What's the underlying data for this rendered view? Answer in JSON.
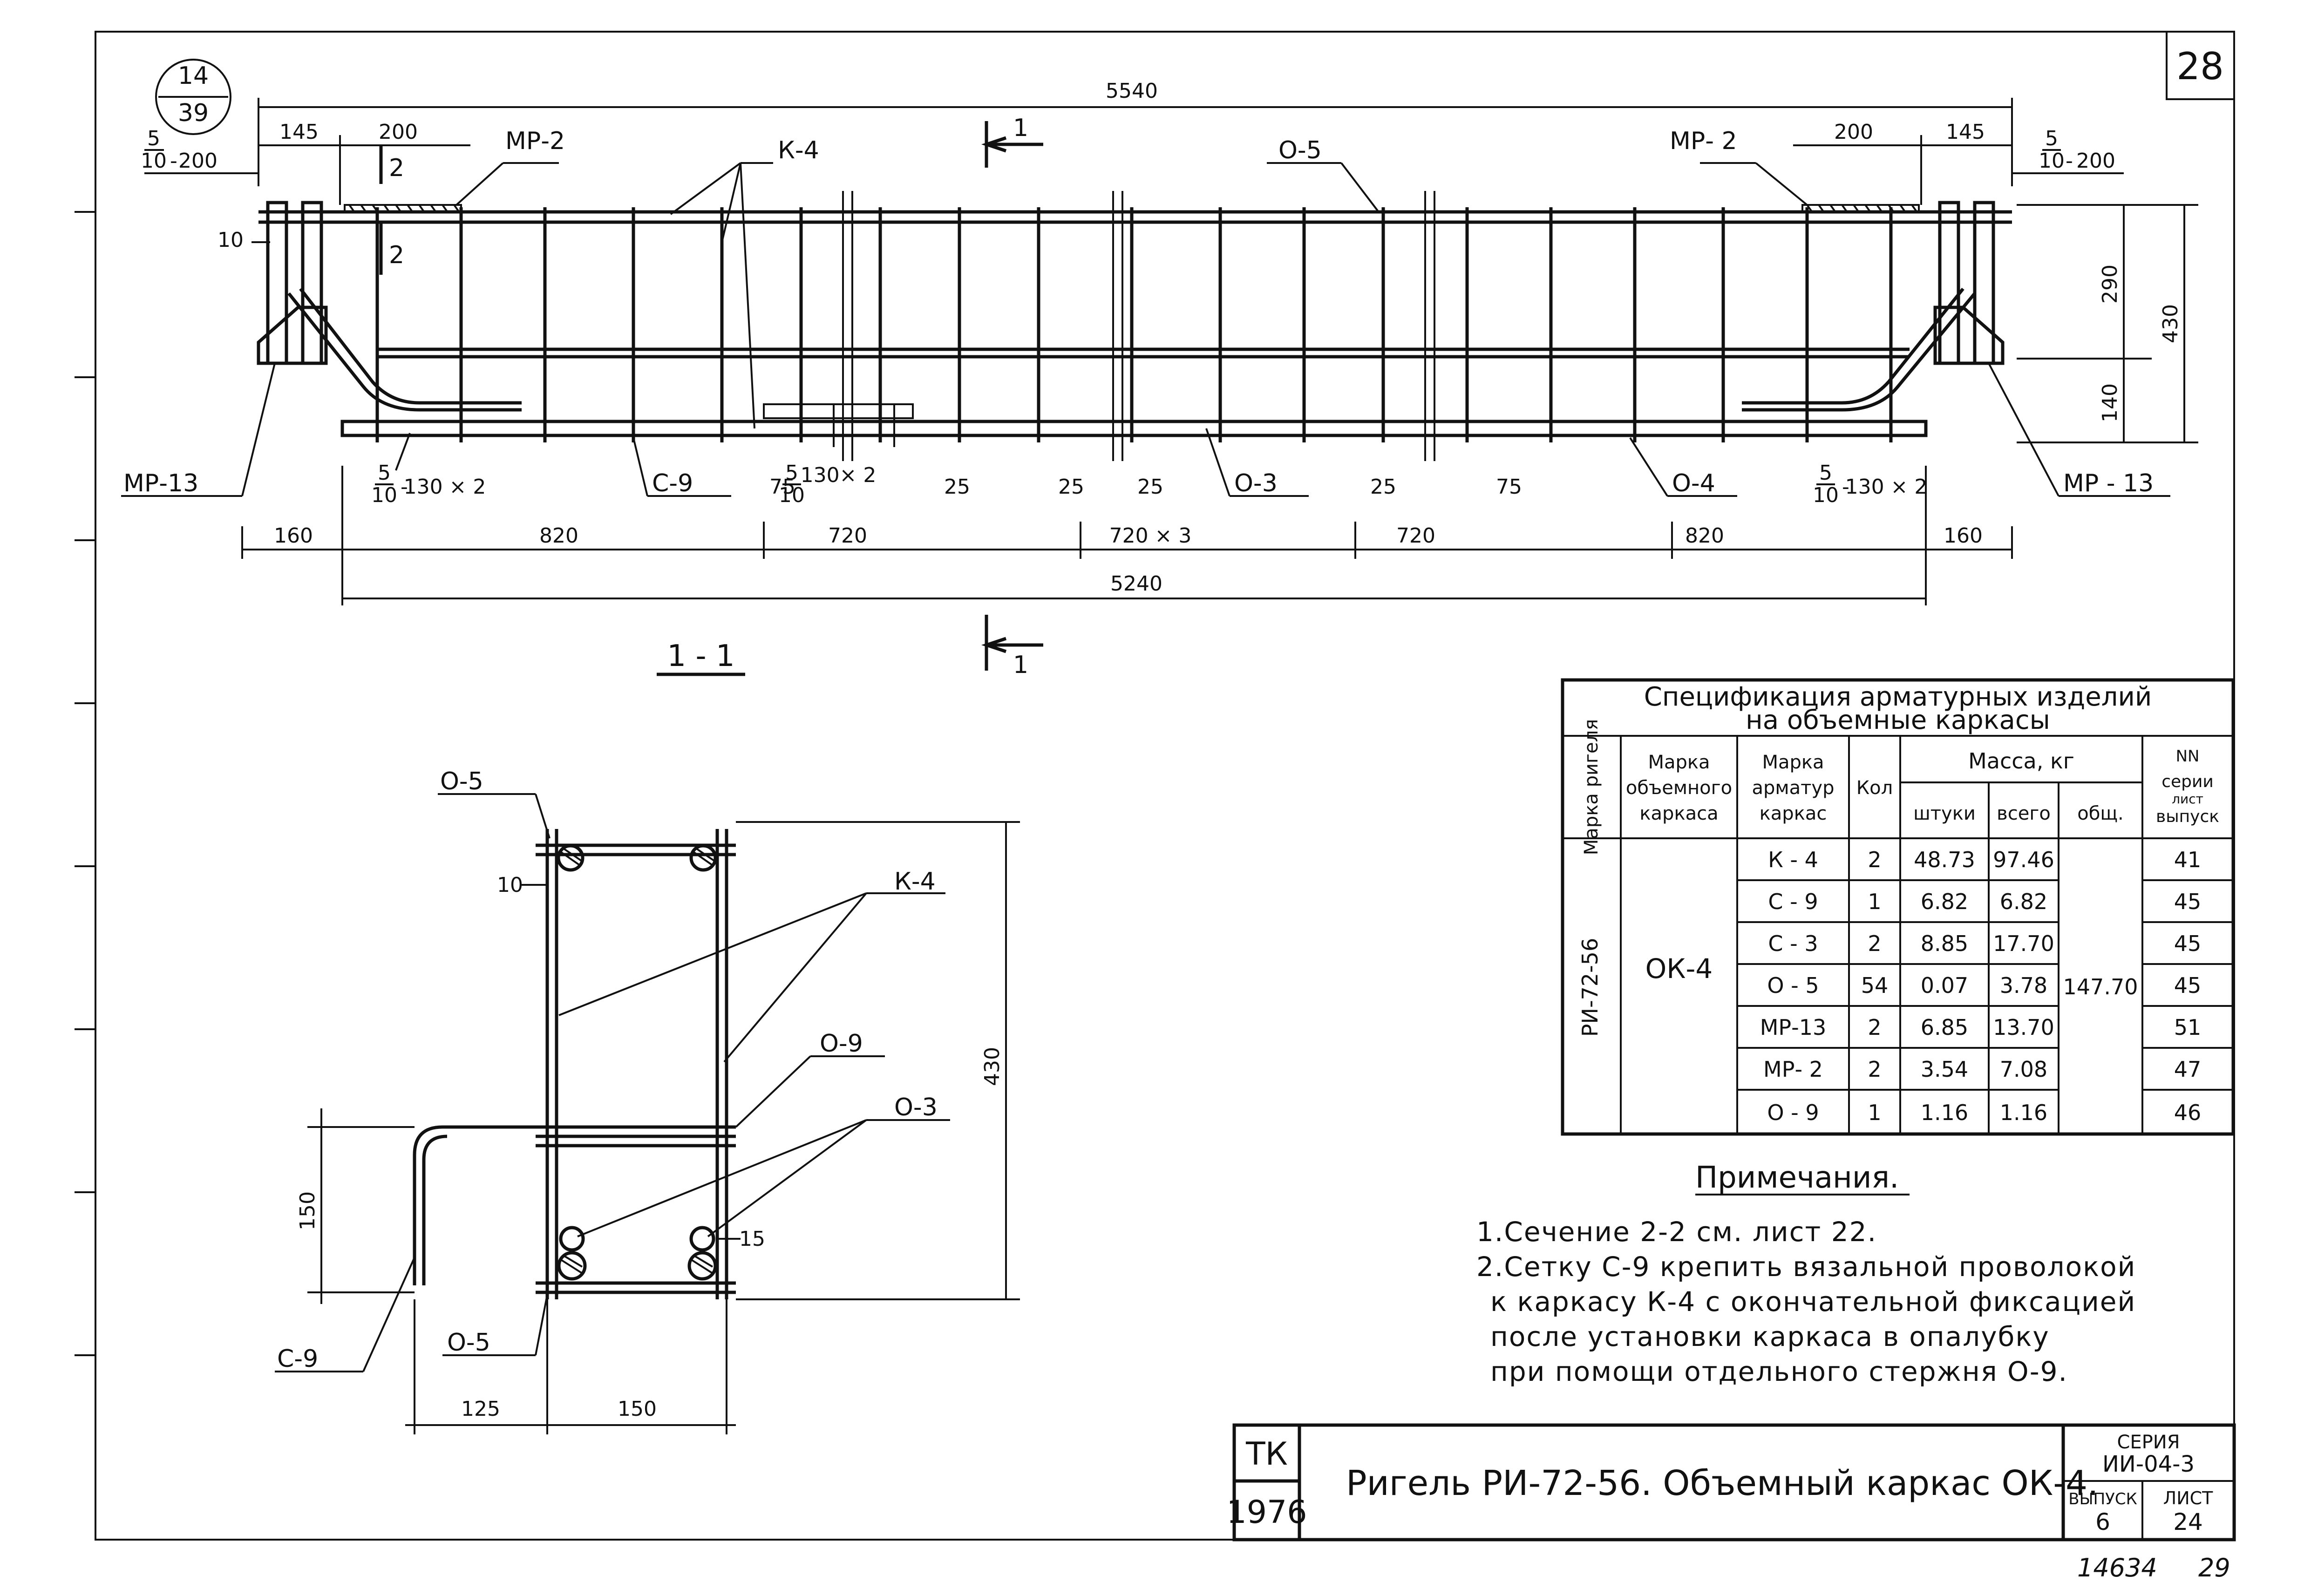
{
  "sheet": {
    "sheet_number": "28",
    "ref_circle_top": "14",
    "ref_circle_bottom": "39",
    "handwritten": "14634",
    "handwritten_page": "29"
  },
  "elevation": {
    "dims_top": {
      "overall": "5540",
      "left_145": "145",
      "left_200": "200",
      "right_200": "200",
      "right_145": "145",
      "left_step_num": "5",
      "left_step_den": "10",
      "left_step_val": "200",
      "right_step_num": "5",
      "right_step_den": "10",
      "right_step_val": "200"
    },
    "dims_side": {
      "d10": "10",
      "d290": "290",
      "d140": "140",
      "d430": "430"
    },
    "section_marks": {
      "one": "1",
      "two": "2"
    },
    "callouts": {
      "k4": "К-4",
      "o5": "О-5",
      "mr2_left": "МР-2",
      "mr2_right": "МР- 2",
      "mr13_left": "МР-13",
      "mr13_right": "МР - 13",
      "c9": "С-9",
      "o3": "О-3",
      "o4": "О-4"
    },
    "bottom_notes": {
      "left_num": "5",
      "left_den": "10",
      "left_val": "130 × 2",
      "mid_num": "5",
      "mid_den": "10",
      "mid_val": "130× 2",
      "right_num": "5",
      "right_den": "10",
      "right_val": "130 × 2",
      "d75a": "75",
      "d25a": "25",
      "d25b": "25",
      "d25c": "25",
      "d25d": "25",
      "d75b": "75"
    },
    "dims_bottom": {
      "d160a": "160",
      "d820a": "820",
      "d720a": "720",
      "d720x3": "720 × 3",
      "d720b": "720",
      "d820b": "820",
      "d160b": "160",
      "overall": "5240"
    }
  },
  "section": {
    "title": "1 - 1",
    "labels": {
      "o5_top": "О-5",
      "k4": "К-4",
      "o9": "О-9",
      "o3": "О-3",
      "c9": "С-9",
      "o5_bottom": "О-5"
    },
    "dims": {
      "d10": "10",
      "d430": "430",
      "d150v": "150",
      "d15": "15",
      "d125": "125",
      "d150h": "150"
    }
  },
  "spec_table": {
    "title_line1": "Спецификация арматурных изделий",
    "title_line2": "на объемные каркасы",
    "headers": {
      "col1": "Марка ригеля",
      "col2": [
        "Марка",
        "объемного",
        "каркаса"
      ],
      "col3": [
        "Марка",
        "арматур",
        "каркас"
      ],
      "col4": "Кол",
      "mass": "Масса, кг",
      "mass_unit": "штуки",
      "mass_total": "всего",
      "mass_all": "общ.",
      "ref": [
        "NN",
        "серии",
        "лист",
        "выпуск"
      ]
    },
    "rigel": "РИ-72-56",
    "frame": "ОК-4",
    "total_mass": "147.70",
    "rows": [
      {
        "mark": "К - 4",
        "qty": "2",
        "unit": "48.73",
        "total": "97.46",
        "ref": "41"
      },
      {
        "mark": "С - 9",
        "qty": "1",
        "unit": "6.82",
        "total": "6.82",
        "ref": "45"
      },
      {
        "mark": "С - 3",
        "qty": "2",
        "unit": "8.85",
        "total": "17.70",
        "ref": "45"
      },
      {
        "mark": "О - 5",
        "qty": "54",
        "unit": "0.07",
        "total": "3.78",
        "ref": "45"
      },
      {
        "mark": "МР-13",
        "qty": "2",
        "unit": "6.85",
        "total": "13.70",
        "ref": "51"
      },
      {
        "mark": "МР- 2",
        "qty": "2",
        "unit": "3.54",
        "total": "7.08",
        "ref": "47"
      },
      {
        "mark": "О - 9",
        "qty": "1",
        "unit": "1.16",
        "total": "1.16",
        "ref": "46"
      }
    ]
  },
  "notes": {
    "heading": "Примечания.",
    "items": [
      "1.Сечение 2-2 см. лист 22.",
      "2.Сетку С-9 крепить вязальной проволокой",
      "к каркасу К-4 с окончательной фиксацией",
      "после установки каркаса в опалубку",
      "при помощи отдельного стержня О-9."
    ]
  },
  "title_block": {
    "org": "ТК",
    "year": "1976",
    "title": "Ригель РИ-72-56. Объемный каркас ОК-4.",
    "series_label": "СЕРИЯ",
    "series": "ИИ-04-3",
    "issue_label": "ВЫПУСК",
    "issue": "6",
    "sheet_label": "ЛИСТ",
    "sheet": "24"
  }
}
